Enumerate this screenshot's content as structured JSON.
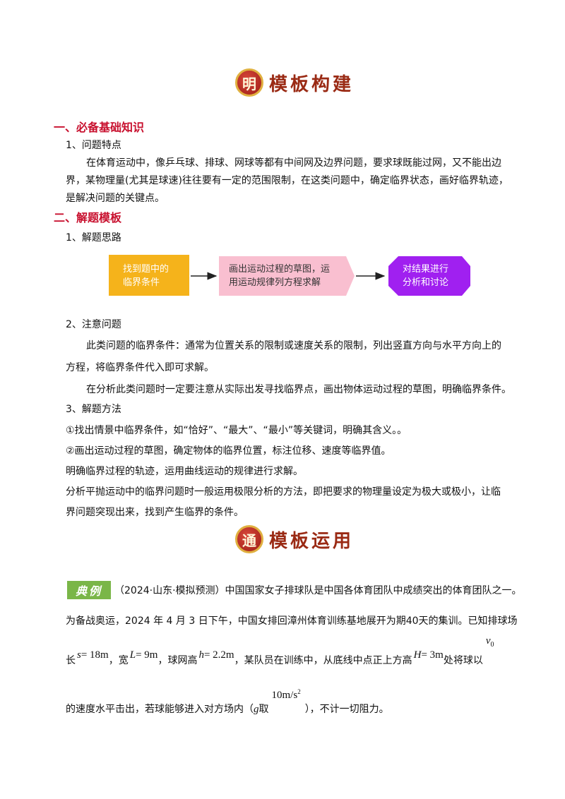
{
  "banner_top": {
    "badge": "明",
    "title": "模板构建"
  },
  "section1": {
    "title": "一、必备基础知识",
    "item1_title": "1、问题特点",
    "para_line1": "在体育运动中，像乒乓球、排球、网球等都有中间网及边界问题，要求球既能过网，又不能出边",
    "para_line2": "界，某物理量(尤其是球速)往往要有一定的范围限制，在这类问题中，确定临界状态，画好临界轨迹，",
    "para_line3": "是解决问题的关键点。"
  },
  "section2": {
    "title": "二、解题模板",
    "item1_title": "1、解题思路",
    "flow": {
      "box1": [
        "找到题中的",
        "临界条件"
      ],
      "box2": [
        "画出运动过程的草图，运",
        "用运动规律列方程求解"
      ],
      "box3": [
        "对结果进行",
        "分析和讨论"
      ],
      "colors": {
        "box1": "#f5b31b",
        "box2": "#f9bfd0",
        "box3": "#a020f0"
      }
    },
    "item2_title": "2、注意问题",
    "note_line1": "此类问题的临界条件：通常为位置关系的限制或速度关系的限制，列出竖直方向与水平方向上的",
    "note_line2": "方程，将临界条件代入即可求解。",
    "note_line3": "在分析此类问题时一定要注意从实际出发寻找临界点，画出物体运动过程的草图，明确临界条件。",
    "item3_title": "3、解题方法",
    "method1": "①找出情景中临界条件，如“恰好”、“最大”、“最小”等关键词，明确其含义。。",
    "method2": "②画出运动过程的草图，确定物体的临界位置，标注位移、速度等临界值。",
    "method3": "明确临界过程的轨迹，运用曲线运动的规律进行求解。",
    "method4_line1": "分析平抛运动中的临界问题时一般运用极限分析的方法，即把要求的物理量设定为极大或极小，让临",
    "method4_line2": "界问题突现出来，找到产生临界的条件。"
  },
  "banner_mid": {
    "badge": "通",
    "title": "模板运用"
  },
  "example": {
    "tag": "典例",
    "line1": "（2024·山东·模拟预测）中国国家女子排球队是中国各体育团队中成绩突出的体育团队之一。",
    "line2": "为备战奥运，2024 年 4 月 3 日下午，中国女排回漳州体育训练基地展开为期40天的集训。已知排球场",
    "line3_a": "长",
    "s_var": "s",
    "s_val": "= 18m",
    "line3_b": "，宽",
    "L_var": "L",
    "L_val": "= 9m",
    "line3_c": "，球网高",
    "h_var": "h",
    "h_val": "= 2.2m",
    "line3_d": "，某队员在训练中，从底线中点正上方高",
    "H_var": "H",
    "H_val": "= 3m",
    "line3_e": "处将球以",
    "v0_var": "v",
    "v0_sub": "0",
    "line4_a": "的速度水平击出，若球能够进入对方场内（",
    "g_var": "g",
    "line4_b": "取",
    "g_val": "10m/s",
    "g_sup": "2",
    "line4_c": "），不计一切阻力。"
  }
}
